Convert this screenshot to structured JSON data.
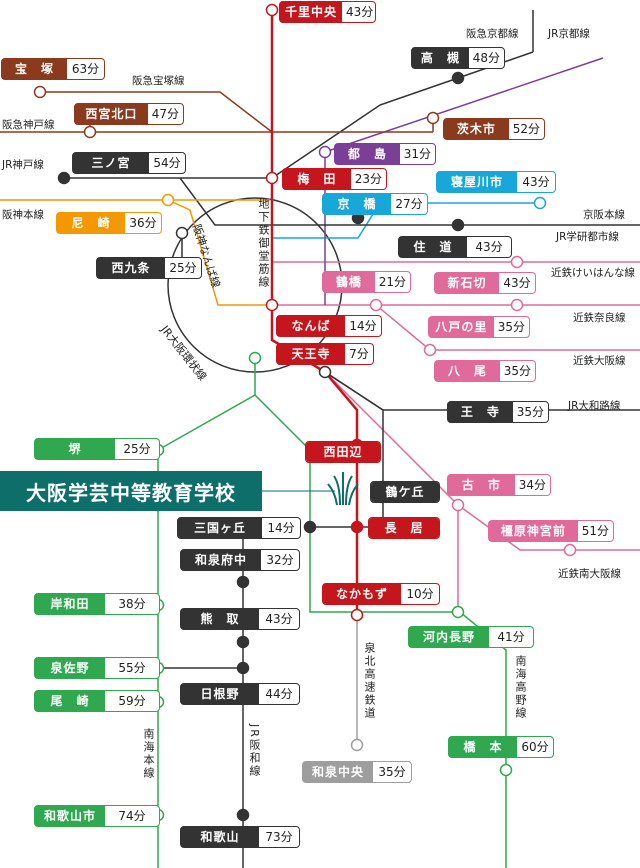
{
  "colors": {
    "hankyu": "#8b3a1e",
    "midosuji": "#c4161c",
    "keihan": "#17a7d8",
    "osaka_metro": "#7b3f98",
    "jr": "#333333",
    "hanshin": "#f39800",
    "kintetsu": "#e06b9a",
    "nankai": "#2fa84f",
    "semboku": "#9e9e9e",
    "school": "#0d6e6a"
  },
  "school": {
    "name": "大阪学芸中等教育学校",
    "logo": "school-emblem-icon"
  },
  "stations": [
    {
      "id": "senrichuo",
      "name": "千里中央",
      "time": "43分",
      "color": "midosuji"
    },
    {
      "id": "takarazuka",
      "name": "宝　塚",
      "time": "63分",
      "color": "hankyu"
    },
    {
      "id": "takatsuki",
      "name": "高　槻",
      "time": "48分",
      "color": "jr"
    },
    {
      "id": "nishinomiyakitaguchi",
      "name": "西宮北口",
      "time": "47分",
      "color": "hankyu"
    },
    {
      "id": "ibarakishi",
      "name": "茨木市",
      "time": "52分",
      "color": "hankyu"
    },
    {
      "id": "miyakojima",
      "name": "都　島",
      "time": "31分",
      "color": "osaka_metro"
    },
    {
      "id": "sannomiya",
      "name": "三ノ宮",
      "time": "54分",
      "color": "jr"
    },
    {
      "id": "umeda",
      "name": "梅　田",
      "time": "23分",
      "color": "midosuji"
    },
    {
      "id": "neyagawashi",
      "name": "寝屋川市",
      "time": "43分",
      "color": "keihan"
    },
    {
      "id": "kyobashi",
      "name": "京　橋",
      "time": "27分",
      "color": "keihan"
    },
    {
      "id": "amagasaki",
      "name": "尼　崎",
      "time": "36分",
      "color": "hanshin"
    },
    {
      "id": "nishikujo",
      "name": "西九条",
      "time": "25分",
      "color": "jr"
    },
    {
      "id": "sumimichi",
      "name": "住　道",
      "time": "43分",
      "color": "jr"
    },
    {
      "id": "tsuruhashi",
      "name": "鶴橋",
      "time": "21分",
      "color": "kintetsu"
    },
    {
      "id": "shinishikiri",
      "name": "新石切",
      "time": "43分",
      "color": "kintetsu"
    },
    {
      "id": "namba",
      "name": "なんば",
      "time": "14分",
      "color": "midosuji"
    },
    {
      "id": "yaonosato",
      "name": "八戸の里",
      "time": "35分",
      "color": "kintetsu"
    },
    {
      "id": "tennoji",
      "name": "天王寺",
      "time": "7分",
      "color": "midosuji"
    },
    {
      "id": "yao",
      "name": "八　尾",
      "time": "35分",
      "color": "kintetsu"
    },
    {
      "id": "sakai",
      "name": "堺",
      "time": "25分",
      "color": "nankai"
    },
    {
      "id": "oji",
      "name": "王　寺",
      "time": "35分",
      "color": "jr"
    },
    {
      "id": "nishitanabe",
      "name": "西田辺",
      "time": "",
      "color": "midosuji"
    },
    {
      "id": "tsurugaoka",
      "name": "鶴ケ丘",
      "time": "",
      "color": "jr"
    },
    {
      "id": "furuichi",
      "name": "古　市",
      "time": "34分",
      "color": "kintetsu"
    },
    {
      "id": "mikunigaoka",
      "name": "三国ヶ丘",
      "time": "14分",
      "color": "jr"
    },
    {
      "id": "nagai",
      "name": "長　居",
      "time": "",
      "color": "midosuji"
    },
    {
      "id": "kashiharajingumae",
      "name": "橿原神宮前",
      "time": "51分",
      "color": "kintetsu"
    },
    {
      "id": "izumifuchu",
      "name": "和泉府中",
      "time": "32分",
      "color": "jr"
    },
    {
      "id": "nakamozu",
      "name": "なかもず",
      "time": "10分",
      "color": "midosuji"
    },
    {
      "id": "kishiwada",
      "name": "岸和田",
      "time": "38分",
      "color": "nankai"
    },
    {
      "id": "kumatori",
      "name": "熊　取",
      "time": "43分",
      "color": "jr"
    },
    {
      "id": "kawachinagano",
      "name": "河内長野",
      "time": "41分",
      "color": "nankai"
    },
    {
      "id": "izumisano",
      "name": "泉佐野",
      "time": "55分",
      "color": "nankai"
    },
    {
      "id": "hineno",
      "name": "日根野",
      "time": "44分",
      "color": "jr"
    },
    {
      "id": "ozaki",
      "name": "尾　崎",
      "time": "59分",
      "color": "nankai"
    },
    {
      "id": "hashimoto",
      "name": "橋　本",
      "time": "60分",
      "color": "nankai"
    },
    {
      "id": "izumichuo",
      "name": "和泉中央",
      "time": "35分",
      "color": "semboku"
    },
    {
      "id": "wakayamashi",
      "name": "和歌山市",
      "time": "74分",
      "color": "nankai"
    },
    {
      "id": "wakayama",
      "name": "和歌山",
      "time": "73分",
      "color": "jr"
    }
  ],
  "lines": {
    "hankyu_kyoto": "阪急京都線",
    "jr_kyoto": "JR京都線",
    "hankyu_takarazuka": "阪急宝塚線",
    "hankyu_kobe": "阪急神戸線",
    "jr_kobe": "JR神戸線",
    "hanshin_main": "阪神本線",
    "keihan_main": "京阪本線",
    "jr_gakkentoshi": "JR学研都市線",
    "kintetsu_keihanna": "近鉄けいはんな線",
    "kintetsu_nara": "近鉄奈良線",
    "kintetsu_osaka": "近鉄大阪線",
    "jr_yamatoji": "JR大和路線",
    "kintetsu_minami_osaka": "近鉄南大阪線",
    "midosuji": "地下鉄御堂筋線",
    "hanshin_namba": "阪神なんば線",
    "jr_loop": "JR大阪環状線",
    "nankai_main": "南海本線",
    "jr_hanwa": "JR阪和線",
    "semboku": "泉北高速鉄道",
    "nankai_koya": "南海高野線"
  }
}
